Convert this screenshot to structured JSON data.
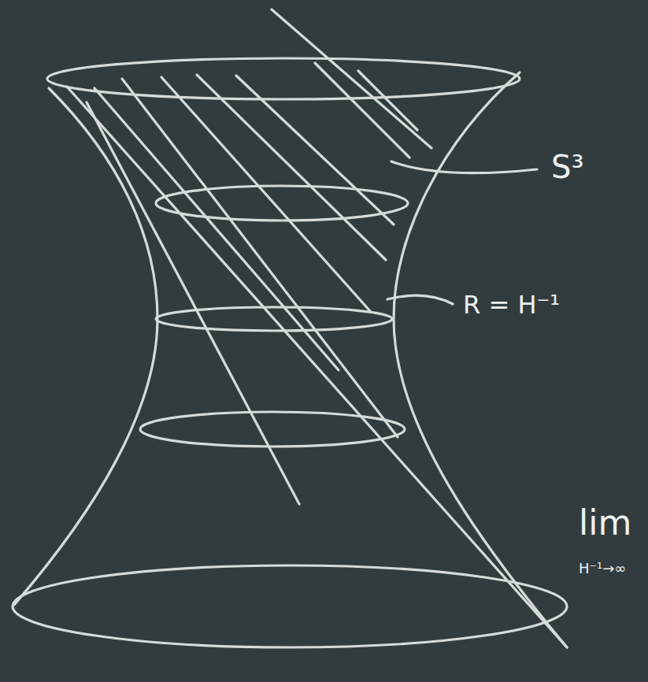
{
  "diagram": {
    "labels": [
      "S³",
      "R = H⁻¹",
      "lim",
      "H⁻¹→∞"
    ]
  }
}
